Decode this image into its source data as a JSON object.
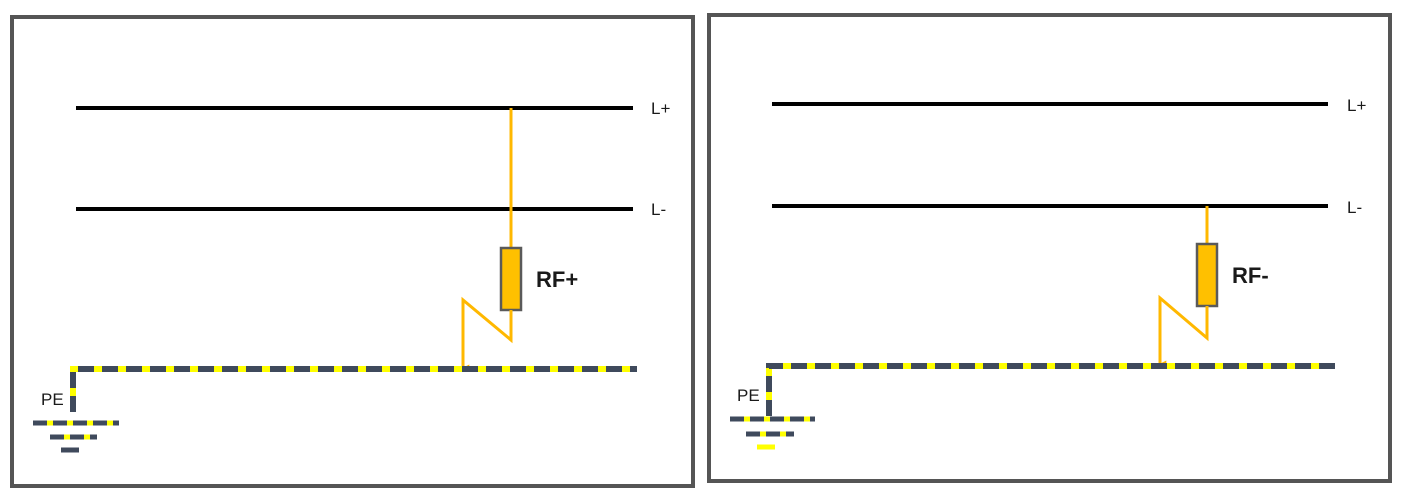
{
  "colors": {
    "frame": "#555555",
    "rail": "#000000",
    "fault": "#FFB800",
    "resistor_fill": "#FFC000",
    "resistor_border": "#5a5a5a",
    "pe_dark": "#3f4a5c",
    "pe_yellow": "#FFFF00"
  },
  "panels": [
    {
      "rail_top": "L+",
      "rail_bottom": "L-",
      "resistor": "RF+",
      "pe": "PE",
      "fault_from": "L+"
    },
    {
      "rail_top": "L+",
      "rail_bottom": "L-",
      "resistor": "RF-",
      "pe": "PE",
      "fault_from": "L-"
    }
  ]
}
